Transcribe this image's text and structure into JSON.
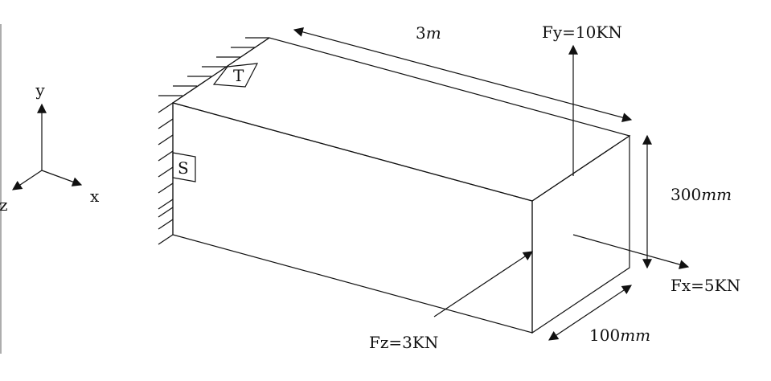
{
  "axes": {
    "x_label": "x",
    "y_label": "y",
    "z_label": "z"
  },
  "supports": {
    "top_label": "T",
    "side_label": "S"
  },
  "dimensions": {
    "length_value": "3",
    "length_unit": "m",
    "height_value": "300",
    "height_unit": "mm",
    "depth_value": "100",
    "depth_unit": "mm"
  },
  "loads": {
    "fy_label": "Fy=10KN",
    "fx_label": "Fx=5KN",
    "fz_label": "Fz=3KN"
  }
}
